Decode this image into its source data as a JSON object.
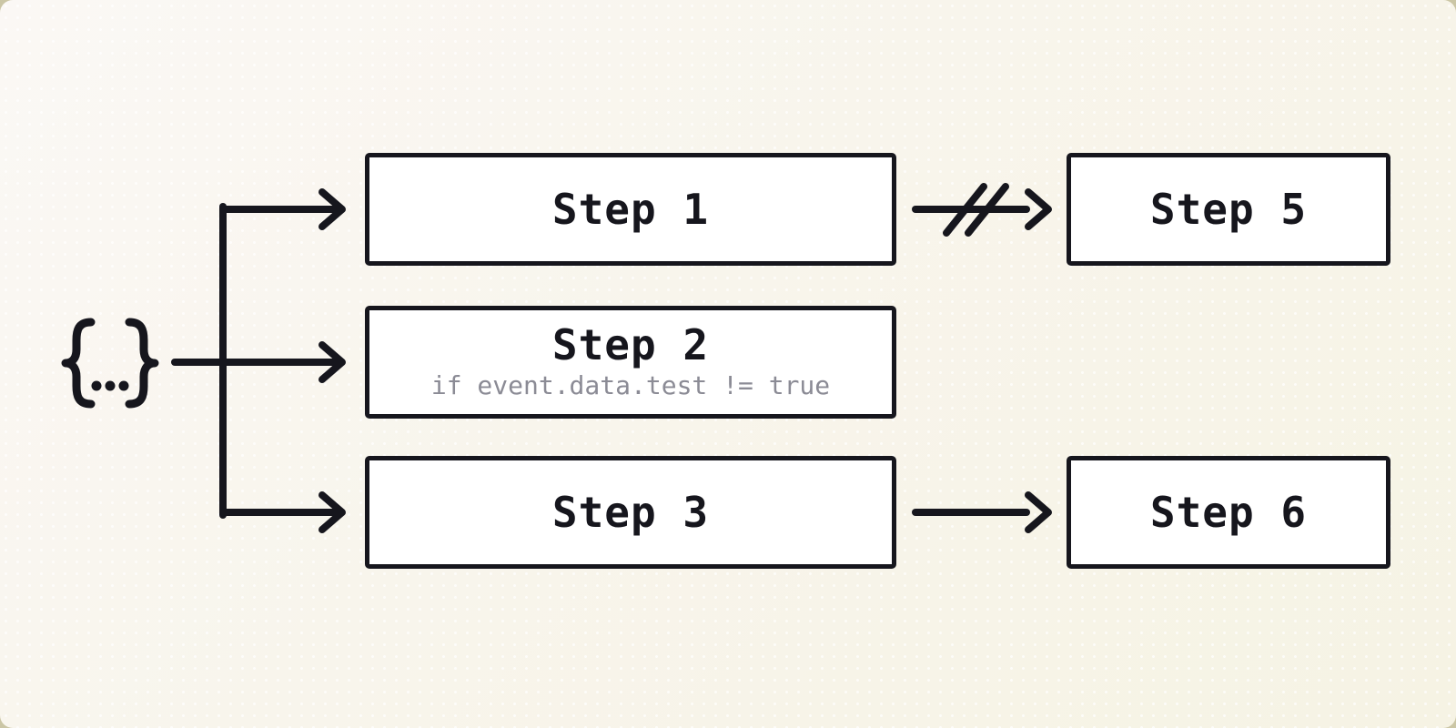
{
  "diagram": {
    "type": "fan-out-workflow",
    "source": {
      "icon": "json-braces-icon",
      "label": "{...}"
    },
    "nodes": [
      {
        "id": "step-1",
        "label": "Step 1"
      },
      {
        "id": "step-2",
        "label": "Step 2",
        "condition": "if event.data.test != true"
      },
      {
        "id": "step-3",
        "label": "Step 3"
      },
      {
        "id": "step-5",
        "label": "Step 5"
      },
      {
        "id": "step-6",
        "label": "Step 6"
      }
    ],
    "edges": [
      {
        "from": "source",
        "to": "step-1",
        "style": "arrow"
      },
      {
        "from": "source",
        "to": "step-2",
        "style": "arrow"
      },
      {
        "from": "source",
        "to": "step-3",
        "style": "arrow"
      },
      {
        "from": "step-1",
        "to": "step-5",
        "style": "broken-arrow"
      },
      {
        "from": "step-3",
        "to": "step-6",
        "style": "arrow"
      }
    ]
  },
  "colors": {
    "ink": "#16161d",
    "node_fill": "#ffffff",
    "background": "#f8f5ec",
    "condition_text": "#8b8b95",
    "page_behind": "#cbc6a5"
  }
}
